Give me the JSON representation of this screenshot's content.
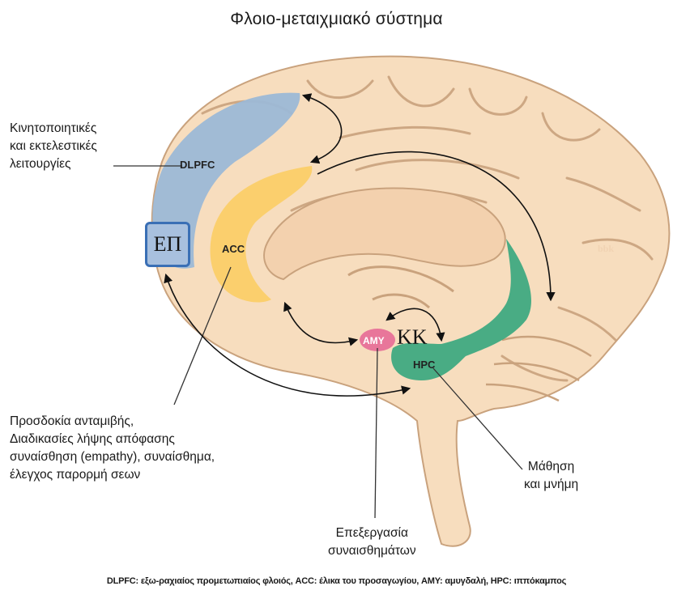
{
  "title": "Φλοιο-μεταιχμιακό σύστημα",
  "regions": {
    "dlpfc": "DLPFC",
    "acc": "ACC",
    "amy": "AMY",
    "hpc": "HPC"
  },
  "overlay_labels": {
    "ep": "ΕΠ",
    "kk": "ΚΚ"
  },
  "annotations": {
    "executive": [
      "Κινητοποιητικές",
      "και εκτελεστικές",
      "λειτουργίες"
    ],
    "reward": [
      "Προσδοκία ανταμιβής,",
      "Διαδικασίες λήψης απόφασης",
      "συναίσθηση (empathy), συναίσθημα,",
      "έλεγχος παρορμή σεων"
    ],
    "emotion": [
      "Επεξεργασία",
      "συναισθημάτων"
    ],
    "memory": [
      "Μάθηση",
      "και μνήμη"
    ]
  },
  "watermark": "bbk",
  "footer": "DLPFC: εξω-ραχιαίος προμετωπιαίος φλοιός, ACC: έλικα του προσαγωγίου, AMY: αμυγδαλή, HPC: ιππόκαμπος",
  "colors": {
    "brain": "#f7ddbe",
    "brain_outline": "#c9a27d",
    "dlpfc": "#9cb8d6",
    "acc": "#fbcf6d",
    "amy": "#e8769a",
    "hpc": "#3fa981",
    "ep_border": "#3a6fb5"
  }
}
